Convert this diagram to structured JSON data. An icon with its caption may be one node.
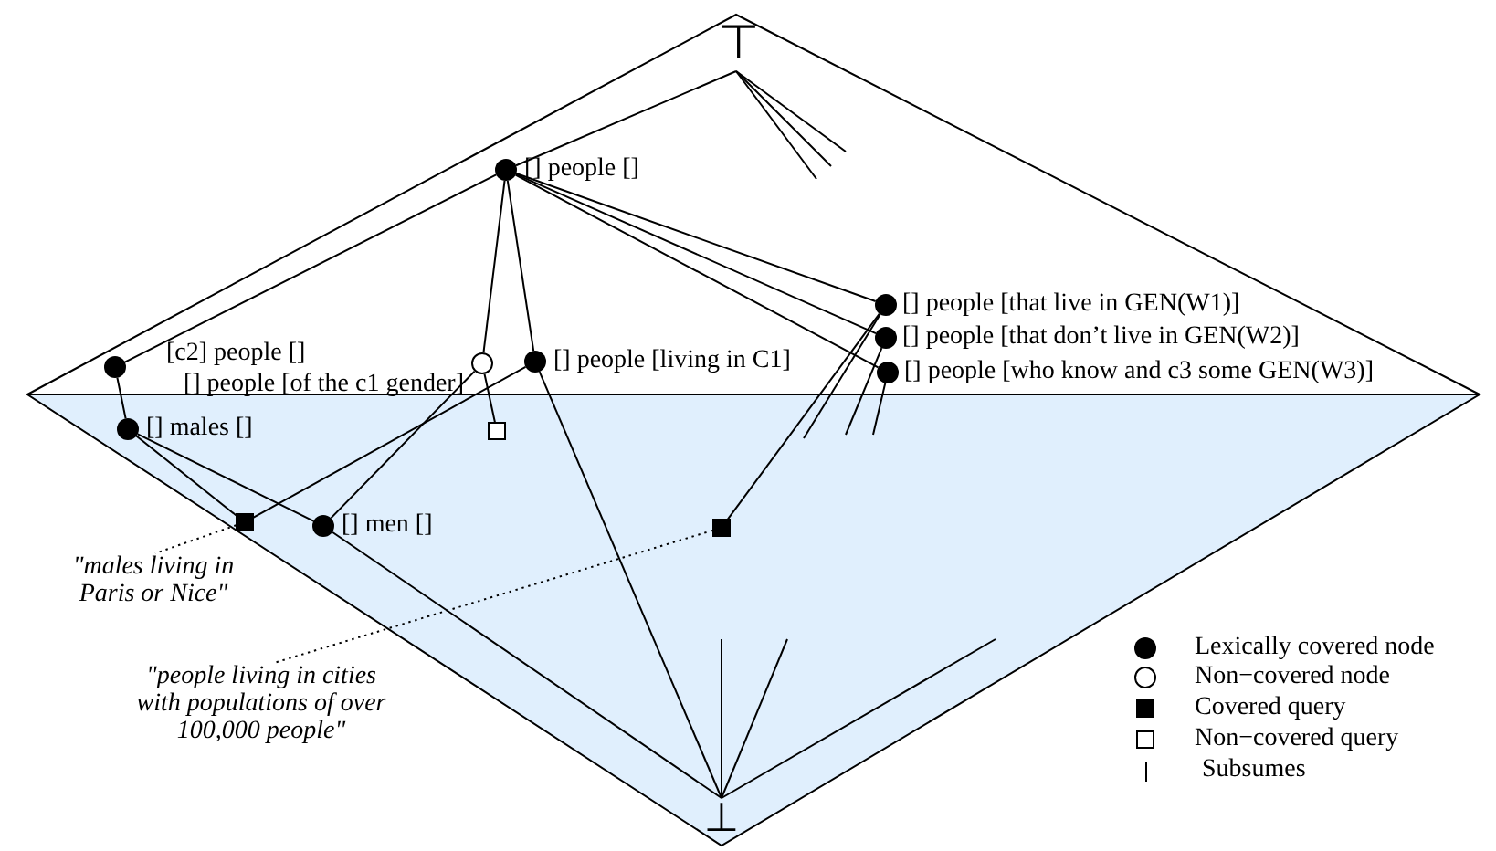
{
  "diagram": {
    "nodes": [
      {
        "text": [
          "⊤"
        ]
      },
      {
        "text": [
          "[] people []"
        ]
      },
      {
        "text": [
          "[c2] people []"
        ]
      },
      {
        "text": [
          "[] people [of the c1 gender]"
        ]
      },
      {
        "text": [
          "[] people [living in C1]"
        ]
      },
      {
        "text": [
          "[] people [that live in GEN(W1)]"
        ]
      },
      {
        "text": [
          "[] people [that don’t live in GEN(W2)]"
        ]
      },
      {
        "text": [
          "[] people [who know and c3 some GEN(W3)]"
        ]
      },
      {
        "text": [
          "[] males []"
        ]
      },
      {
        "text": [],
        "shape": "box"
      },
      {
        "text": [],
        "shape": "box"
      },
      {
        "text": [
          "[] men []"
        ]
      },
      {
        "text": [],
        "shape": "box"
      },
      {
        "text": [
          "\"males living in Paris or Nice\""
        ]
      },
      {
        "text": [
          "\"people living in cities with populations of over 100,000 people\""
        ]
      },
      {
        "text": [
          "⊥"
        ]
      }
    ],
    "edges": [
      {
        "from": 0,
        "to": 1,
        "arrow": "none"
      },
      {
        "from": 1,
        "to": 2,
        "arrow": "none"
      },
      {
        "from": 1,
        "to": 3,
        "arrow": "none"
      },
      {
        "from": 1,
        "to": 4,
        "arrow": "none"
      },
      {
        "from": 1,
        "to": 5,
        "arrow": "none"
      },
      {
        "from": 1,
        "to": 6,
        "arrow": "none"
      },
      {
        "from": 1,
        "to": 7,
        "arrow": "none"
      },
      {
        "from": 2,
        "to": 8,
        "arrow": "none"
      },
      {
        "from": 8,
        "to": 10,
        "arrow": "none"
      },
      {
        "from": 8,
        "to": 11,
        "arrow": "none"
      },
      {
        "from": 3,
        "to": 9,
        "arrow": "none"
      },
      {
        "from": 3,
        "to": 11,
        "arrow": "none"
      },
      {
        "from": 4,
        "to": 10,
        "arrow": "none"
      },
      {
        "from": 4,
        "to": 15,
        "arrow": "none"
      },
      {
        "from": 11,
        "to": 15,
        "arrow": "none"
      },
      {
        "from": 5,
        "to": 12,
        "arrow": "none"
      },
      {
        "from": 0,
        "to": null,
        "arrow": "none"
      },
      {
        "from": 0,
        "to": null,
        "arrow": "none"
      },
      {
        "from": 0,
        "to": null,
        "arrow": "none"
      },
      {
        "from": 5,
        "to": null,
        "arrow": "none"
      },
      {
        "from": 6,
        "to": null,
        "arrow": "none"
      },
      {
        "from": 7,
        "to": null,
        "arrow": "none"
      },
      {
        "from": null,
        "to": 15,
        "arrow": "none"
      },
      {
        "from": null,
        "to": 15,
        "arrow": "none"
      },
      {
        "from": null,
        "to": 15,
        "arrow": "none"
      },
      {
        "from": 10,
        "to": 13,
        "arrow": "none",
        "style": "dashed"
      },
      {
        "from": 12,
        "to": 14,
        "arrow": "none",
        "style": "dashed"
      }
    ],
    "legend": [
      {
        "text": "Lexically covered node"
      },
      {
        "text": "Non−covered node"
      },
      {
        "text": "Covered query"
      },
      {
        "text": "Non−covered query"
      },
      {
        "text": "Subsumes"
      }
    ]
  }
}
